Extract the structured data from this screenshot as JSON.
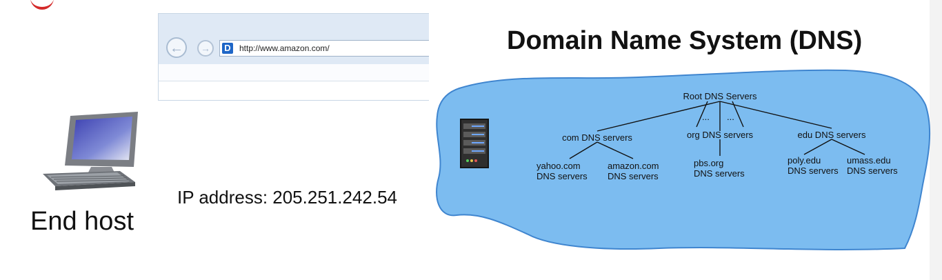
{
  "browser": {
    "url": "http://www.amazon.com/",
    "favicon_letter": "D"
  },
  "end_host_label": "End host",
  "ip_address_text": "IP address: 205.251.242.54",
  "dns_title": "Domain Name System (DNS)",
  "dns_tree": {
    "root": "Root DNS Servers",
    "ellipsis": [
      "...",
      "..."
    ],
    "tld": [
      "com DNS servers",
      "org DNS servers",
      "edu DNS servers"
    ],
    "leaves": [
      {
        "name": "yahoo.com",
        "sub": "DNS servers"
      },
      {
        "name": "amazon.com",
        "sub": "DNS servers"
      },
      {
        "name": "pbs.org",
        "sub": "DNS servers"
      },
      {
        "name": "poly.edu",
        "sub": "DNS servers"
      },
      {
        "name": "umass.edu",
        "sub": "DNS servers"
      }
    ]
  },
  "colors": {
    "cloud_fill": "#7cbcf0",
    "cloud_stroke": "#3f85cf",
    "title_text": "#111111"
  },
  "icons": [
    "desktop-computer-icon",
    "server-rack-icon",
    "back-arrow-icon",
    "forward-arrow-icon",
    "favicon-icon"
  ]
}
